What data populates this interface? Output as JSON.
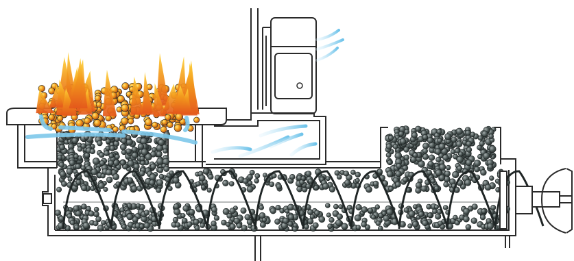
{
  "diagram": {
    "subject": "underfeed-stoker-cutaway",
    "components": [
      {
        "id": "burner-retort",
        "icon": "burner-icon"
      },
      {
        "id": "flames",
        "icon": "flame-icon"
      },
      {
        "id": "combustion-fan",
        "icon": "fan-icon"
      },
      {
        "id": "air-duct",
        "icon": "duct-icon"
      },
      {
        "id": "fuel-hopper",
        "icon": "hopper-icon"
      },
      {
        "id": "auger-screw",
        "icon": "auger-icon"
      },
      {
        "id": "drive-motor",
        "icon": "motor-icon"
      }
    ],
    "colors": {
      "outline": "#2a2a2a",
      "pellet": "#4a5050",
      "pellet_highlight": "#9aa3a3",
      "flame_orange": "#f29a1f",
      "flame_yellow": "#ffd23a",
      "ember": "#8a3a12",
      "airflow": "#8fd0ee"
    }
  }
}
